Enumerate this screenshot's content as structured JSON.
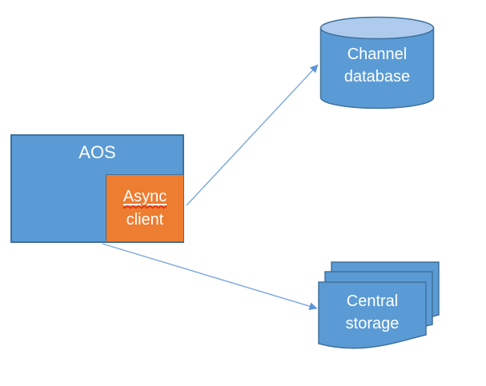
{
  "diagram": {
    "nodes": {
      "aos": {
        "label": "AOS",
        "shape": "rectangle"
      },
      "async_client": {
        "line1": "Async",
        "line2": "client",
        "shape": "rectangle",
        "spellcheck_word": "Async"
      },
      "channel_database": {
        "line1": "Channel",
        "line2": "database",
        "shape": "cylinder"
      },
      "central_storage": {
        "line1": "Central",
        "line2": "storage",
        "shape": "multi-document"
      }
    },
    "connections": [
      {
        "from": "async_client",
        "to": "channel_database",
        "style": "arrow"
      },
      {
        "from": "aos",
        "to": "central_storage",
        "style": "arrow"
      }
    ],
    "colors": {
      "background": "#ffffff",
      "node_fill": "#5b9bd5",
      "node_border": "#41719c",
      "cylinder_top_fill": "#aecbee",
      "async_fill": "#ed7d31",
      "arrow_line": "#7ba7dd",
      "arrow_head": "#5b94d8",
      "label_text": "#ffffff",
      "spellcheck_red": "#d40000"
    }
  }
}
